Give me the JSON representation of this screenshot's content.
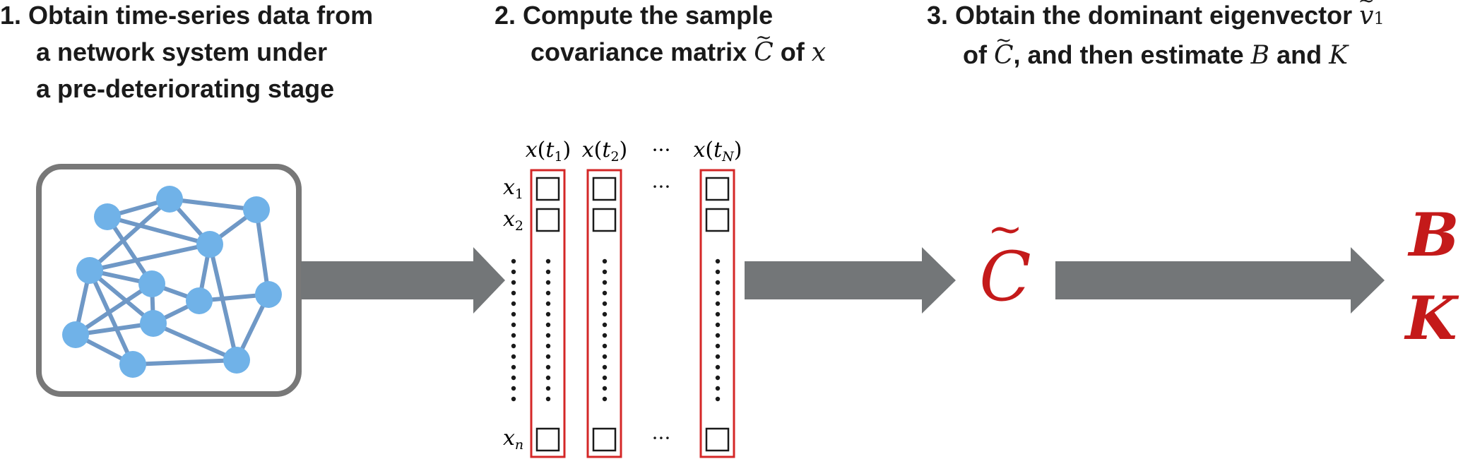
{
  "steps": [
    {
      "number": "1.",
      "lines": [
        "Obtain time-series data from",
        "a network system under",
        "a pre-deteriorating stage"
      ]
    },
    {
      "number": "2.",
      "line1": "Compute the sample",
      "line2_text": "covariance matrix ",
      "line2_sym": "C",
      "line2_of": " of ",
      "line2_var": "x"
    },
    {
      "number": "3.",
      "line1_text": "Obtain the dominant eigenvector ",
      "line1_sym": "v",
      "line1_sub": "1",
      "line2_of": "of ",
      "line2_sym": "C",
      "line2_text": ", and then estimate ",
      "line2_b": "B",
      "line2_and": " and ",
      "line2_k": "K"
    }
  ],
  "matrix": {
    "columns": [
      {
        "var": "x",
        "sub": "1"
      },
      {
        "var": "x",
        "sub": "2"
      },
      {
        "var": "x",
        "sub": "N"
      }
    ],
    "rows": [
      {
        "var": "x",
        "sub": "1"
      },
      {
        "var": "x",
        "sub": "2"
      },
      {
        "var": "x",
        "sub": "n"
      }
    ],
    "col_ellipsis": "···",
    "row_ellipsis": "···"
  },
  "results": {
    "covariance": "C",
    "estimate_b": "B",
    "estimate_k": "K"
  },
  "colors": {
    "network_node": "#70b2e8",
    "network_edge": "#6f98c6",
    "frame": "#787878",
    "arrow": "#737678",
    "highlight": "#d42727",
    "result": "#c41a1a"
  }
}
